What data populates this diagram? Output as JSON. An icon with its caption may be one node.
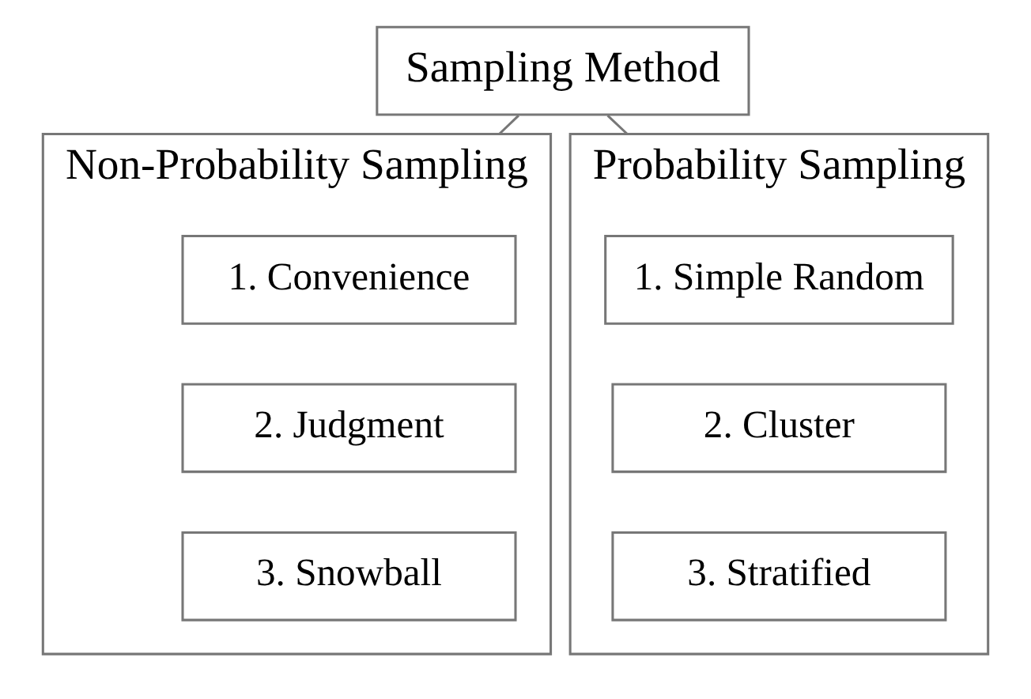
{
  "diagram": {
    "nodes": [
      {
        "text": [
          "Sampling Method"
        ]
      },
      {
        "text": [
          "Non-Probability Sampling"
        ]
      },
      {
        "text": [
          "1. Convenience"
        ],
        "in": 1
      },
      {
        "text": [
          "2. Judgment"
        ],
        "in": 1
      },
      {
        "text": [
          "3. Snowball"
        ],
        "in": 1
      },
      {
        "text": [
          "Probability Sampling"
        ]
      },
      {
        "text": [
          "1. Simple Random"
        ],
        "in": 5
      },
      {
        "text": [
          "2. Cluster"
        ],
        "in": 5
      },
      {
        "text": [
          "3. Stratified"
        ],
        "in": 5
      }
    ],
    "edges": [
      {
        "from": 0,
        "to": 1,
        "arrow": "none"
      },
      {
        "from": 0,
        "to": 5,
        "arrow": "none"
      }
    ]
  }
}
